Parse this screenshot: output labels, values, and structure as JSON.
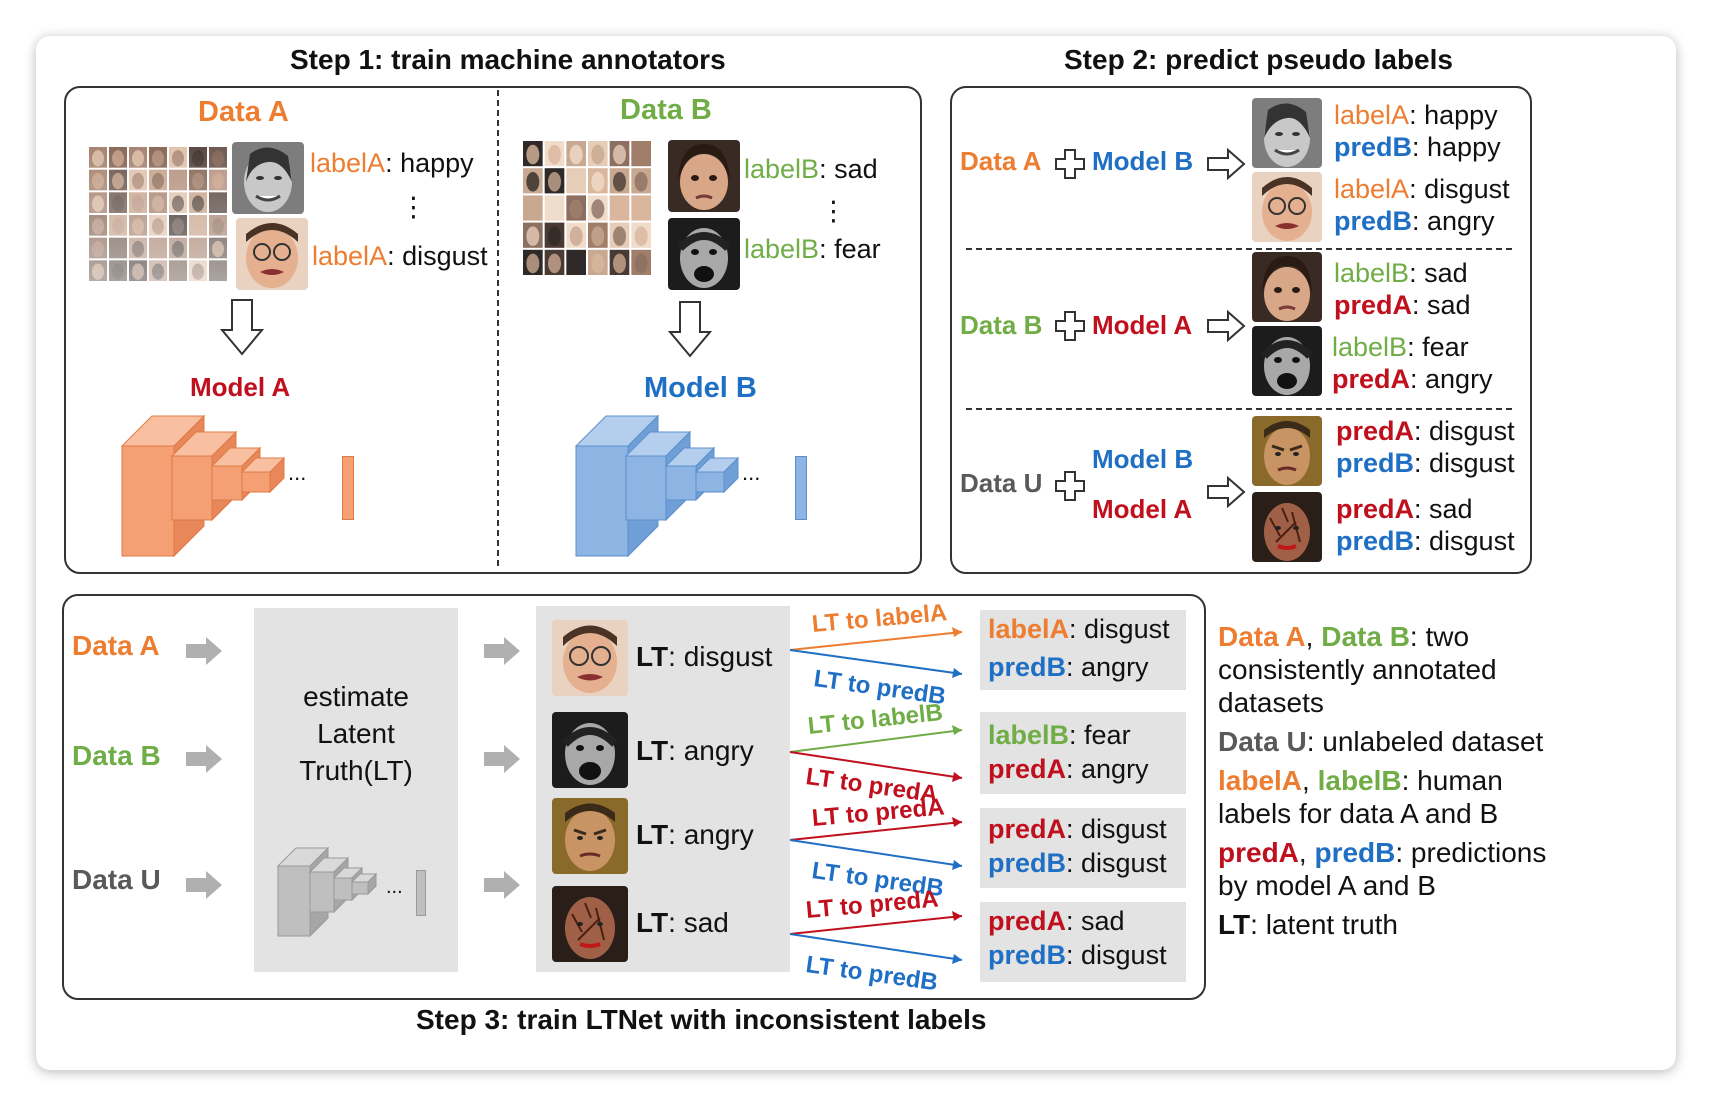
{
  "titles": {
    "step1": "Step 1: train machine annotators",
    "step2": "Step 2: predict pseudo labels",
    "step3": "Step 3: train LTNet with inconsistent labels"
  },
  "step1": {
    "dataA": "Data  A",
    "dataB": "Data  B",
    "modelA": "Model A",
    "modelB": "Model B",
    "ellipsis": "...",
    "vdots": "⋮",
    "a_rows": [
      {
        "key": "labelA",
        "val": ": happy"
      },
      {
        "key": "labelA",
        "val": ": disgust"
      }
    ],
    "b_rows": [
      {
        "key": "labelB",
        "val": ": sad"
      },
      {
        "key": "labelB",
        "val": ": fear"
      }
    ]
  },
  "step2": {
    "sections": [
      {
        "data": "Data A",
        "models": [
          "Model B"
        ],
        "rows": [
          {
            "key": "labelA",
            "val": ": happy"
          },
          {
            "key": "predB",
            "val": ": happy"
          },
          {
            "key": "labelA",
            "val": ": disgust"
          },
          {
            "key": "predB",
            "val": ": angry"
          }
        ]
      },
      {
        "data": "Data B",
        "models": [
          "Model A"
        ],
        "rows": [
          {
            "key": "labelB",
            "val": ": sad"
          },
          {
            "key": "predA",
            "val": ": sad"
          },
          {
            "key": "labelB",
            "val": ": fear"
          },
          {
            "key": "predA",
            "val": ": angry"
          }
        ]
      },
      {
        "data": "Data U",
        "models": [
          "Model B",
          "Model A"
        ],
        "rows": [
          {
            "key": "predA",
            "val": ": disgust"
          },
          {
            "key": "predB",
            "val": ": disgust"
          },
          {
            "key": "predA",
            "val": ": sad"
          },
          {
            "key": "predB",
            "val": ": disgust"
          }
        ]
      }
    ]
  },
  "step3": {
    "inputs": [
      "Data  A",
      "Data B",
      "Data U"
    ],
    "estimate": [
      "estimate",
      "Latent",
      "Truth(LT)"
    ],
    "ellipsis": "...",
    "lt_rows": [
      {
        "key": "LT",
        "val": ": disgust"
      },
      {
        "key": "LT",
        "val": ": angry"
      },
      {
        "key": "LT",
        "val": ": angry"
      },
      {
        "key": "LT",
        "val": ": sad"
      }
    ],
    "arrow_labels": [
      "LT to labelA",
      "LT to predB",
      "LT to labelB",
      "LT to predA",
      "LT to predA",
      "LT to predB",
      "LT to predA",
      "LT to predB"
    ],
    "result_boxes": [
      [
        {
          "key": "labelA",
          "val": ": disgust"
        },
        {
          "key": "predB",
          "val": ": angry"
        }
      ],
      [
        {
          "key": "labelB",
          "val": ": fear"
        },
        {
          "key": "predA",
          "val": ": angry"
        }
      ],
      [
        {
          "key": "predA",
          "val": ": disgust"
        },
        {
          "key": "predB",
          "val": ": disgust"
        }
      ],
      [
        {
          "key": "predA",
          "val": ": sad"
        },
        {
          "key": "predB",
          "val": ": disgust"
        }
      ]
    ]
  },
  "legend": {
    "l1_a": "Data  A",
    "l1_sep": ", ",
    "l1_b": "Data  B",
    "l1_rest_1": ": two",
    "l1_rest_2": "consistently annotated",
    "l1_rest_3": "datasets",
    "l2_u": "Data  U",
    "l2_rest": ": unlabeled dataset",
    "l3_a": "labelA",
    "l3_sep": ", ",
    "l3_b": "labelB",
    "l3_rest_1": ": human",
    "l3_rest_2": "labels for data A and B",
    "l4_a": "predA",
    "l4_sep": ", ",
    "l4_b": "predB",
    "l4_rest_1": ": predictions",
    "l4_rest_2": "by model A and B",
    "l5_lt": "LT",
    "l5_rest": ": latent truth"
  },
  "colors": {
    "orange": "#ed7d31",
    "green": "#70ad47",
    "blue": "#1f6fc4",
    "red": "#c0101e",
    "gray": "#595959",
    "model_orange": "#f4a074",
    "model_blue": "#8db4e2",
    "model_gray": "#bfbfbf"
  }
}
